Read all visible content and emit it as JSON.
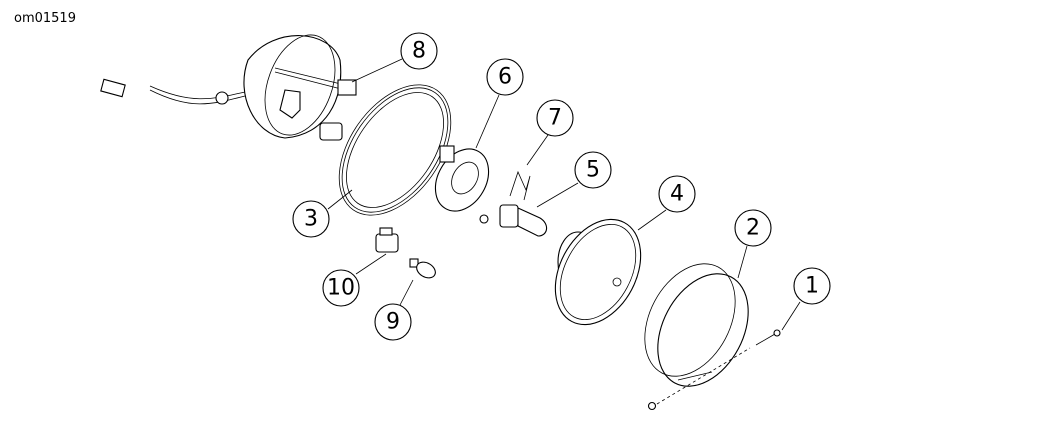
{
  "figure_id": "om01519",
  "callouts": [
    "1",
    "2",
    "3",
    "4",
    "5",
    "6",
    "7",
    "8",
    "9",
    "10"
  ]
}
